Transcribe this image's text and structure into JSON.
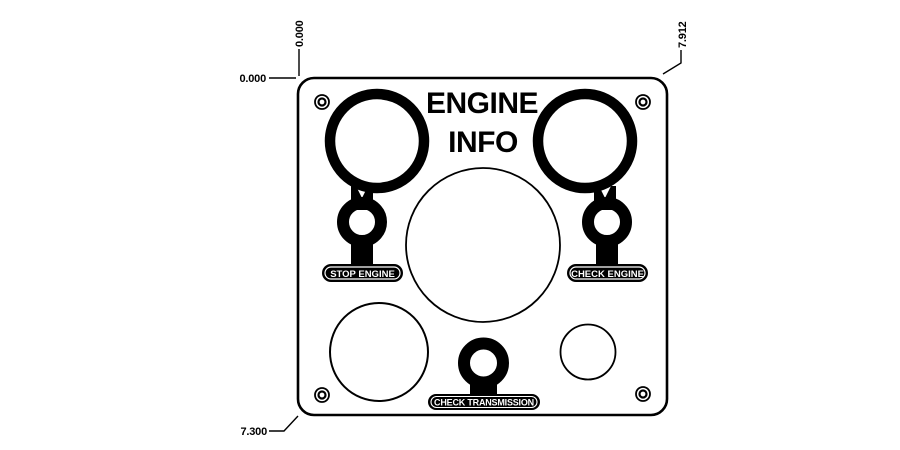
{
  "drawing": {
    "title": {
      "line1": "ENGINE",
      "line2": "INFO"
    },
    "indicator_labels": {
      "stop_engine": "STOP ENGINE",
      "check_engine": "CHECK ENGINE",
      "check_transmission": "CHECK TRANSMISSION"
    },
    "dimensions": {
      "origin_vertical": "0.000",
      "origin_horizontal": "0.000",
      "panel_width": "7.912",
      "panel_height": "7.300"
    },
    "colors": {
      "line": "#000000",
      "background": "#ffffff",
      "label_fill": "#000000",
      "label_text": "#ffffff"
    }
  }
}
